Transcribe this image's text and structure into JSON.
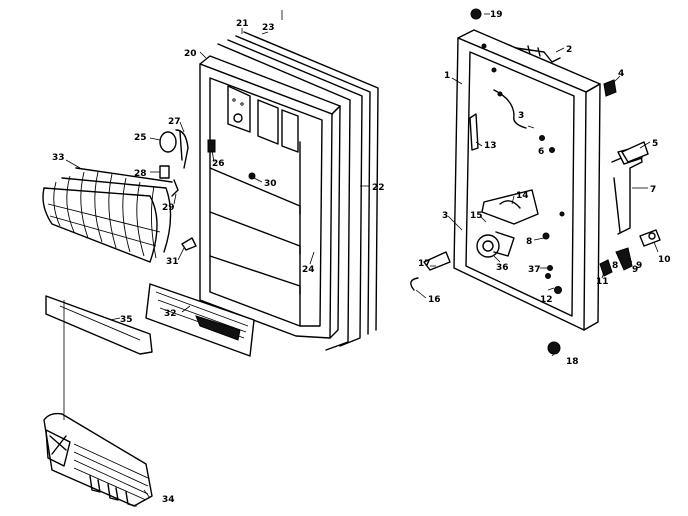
{
  "callouts": {
    "n1": "1",
    "n2": "2",
    "n3a": "3",
    "n3b": "3",
    "n4": "4",
    "n5": "5",
    "n6": "6",
    "n7": "7",
    "n8a": "8",
    "n8b": "8",
    "n9a": "9",
    "n9b": "9",
    "n10": "10",
    "n11": "11",
    "n12": "12",
    "n13": "13",
    "n14": "14",
    "n15": "15",
    "n16": "16",
    "n17": "17",
    "n18": "18",
    "n19": "19",
    "n20": "20",
    "n21": "21",
    "n22": "22",
    "n23": "23",
    "n24": "24",
    "n25": "25",
    "n26": "26",
    "n27": "27",
    "n28": "28",
    "n29": "29",
    "n30": "30",
    "n31": "31",
    "n32": "32",
    "n33": "33",
    "n34": "34",
    "n35": "35",
    "n36": "36",
    "n37": "37"
  }
}
